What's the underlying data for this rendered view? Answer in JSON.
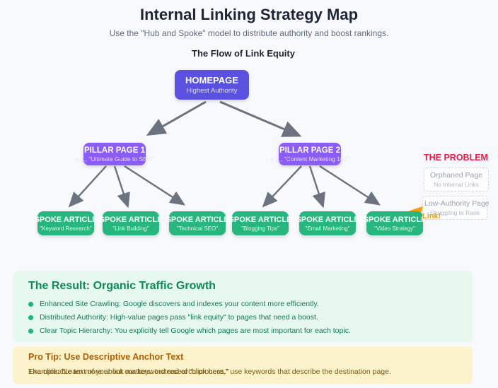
{
  "header": {
    "title": "Internal Linking Strategy Map",
    "subtitle": "Use the \"Hub and Spoke\" model to distribute authority and boost rankings."
  },
  "diagram": {
    "heading": "The Flow of Link Equity",
    "homepage": {
      "title": "HOMEPAGE",
      "subtitle": "Highest Authority"
    },
    "pillars": [
      {
        "title": "PILLAR PAGE 1",
        "subtitle": "e.g., \"Ultimate Guide to SEO\""
      },
      {
        "title": "PILLAR PAGE 2",
        "subtitle": "e.g., \"Content Marketing 101\""
      }
    ],
    "spokes": [
      {
        "title": "SPOKE ARTICLE",
        "subtitle": "\"Keyword Research\""
      },
      {
        "title": "SPOKE ARTICLE",
        "subtitle": "\"Link Building\""
      },
      {
        "title": "SPOKE ARTICLE",
        "subtitle": "\"Technical SEO\""
      },
      {
        "title": "SPOKE ARTICLE",
        "subtitle": "\"Blogging Tips\""
      },
      {
        "title": "SPOKE ARTICLE",
        "subtitle": "\"Email Marketing\""
      },
      {
        "title": "SPOKE ARTICLE",
        "subtitle": "\"Video Strategy\""
      }
    ],
    "problem": {
      "heading": "THE PROBLEM",
      "boxes": [
        {
          "title": "Orphaned Page",
          "subtitle": "No Internal Links"
        },
        {
          "title": "Low-Authority Page",
          "subtitle": "Struggling to Rank"
        }
      ],
      "fix_label": "Link!"
    }
  },
  "result": {
    "heading": "The Result: Organic Traffic Growth",
    "bullets": [
      "Enhanced Site Crawling: Google discovers and indexes your content more efficiently.",
      "Distributed Authority: High-value pages pass \"link equity\" to pages that need a boost.",
      "Clear Topic Hierarchy: You explicitly tell Google which pages are most important for each topic."
    ]
  },
  "protip": {
    "heading": "Pro Tip: Use Descriptive Anchor Text",
    "line1": "The clickable text of your link matters. Instead of \"click here,\" use keywords that describe the destination page.",
    "line2": "Example: \"Learn more about our keyword research process.\""
  },
  "colors": {
    "homepage_indigo": "#5a51e0",
    "pillar_purple": "#8b5cf6",
    "spoke_green": "#28b67f",
    "arrow_gray": "#6b7280",
    "problem_red": "#e11d48",
    "fix_orange": "#f59e0b",
    "result_bg": "#e7f8ef",
    "result_green": "#0c8a57",
    "protip_bg": "#fcf2cb",
    "protip_amber": "#ad5f06"
  }
}
